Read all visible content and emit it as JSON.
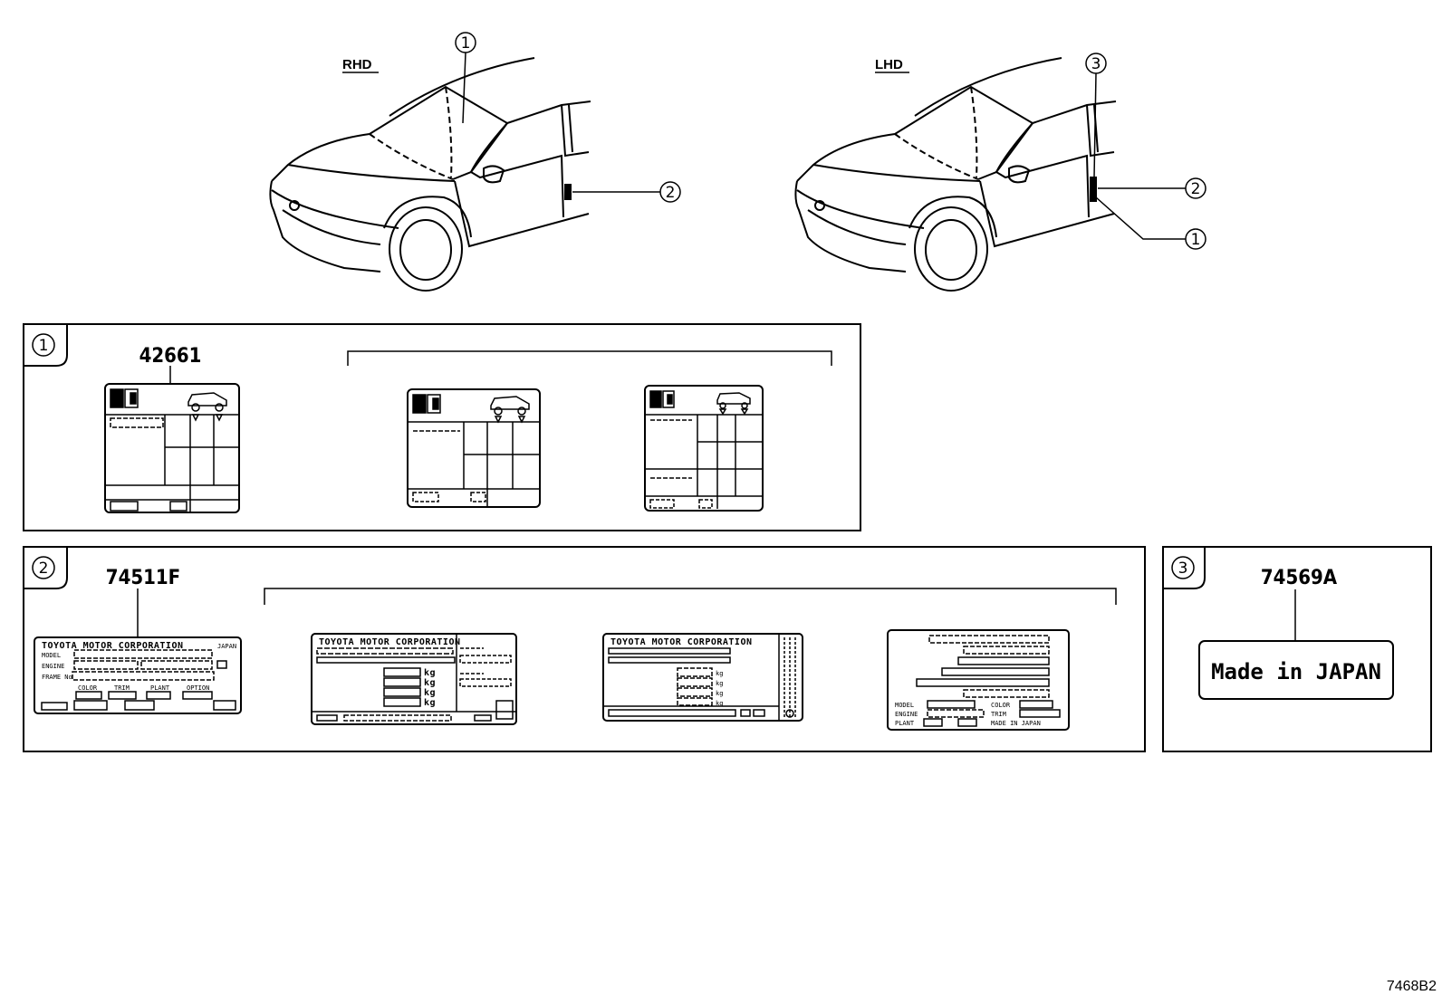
{
  "views": {
    "rhd_label": "RHD",
    "lhd_label": "LHD"
  },
  "callouts": {
    "c1": "1",
    "c2": "2",
    "c3": "3"
  },
  "panels": {
    "panel1": {
      "callout": "1",
      "part_number": "42661"
    },
    "panel2": {
      "callout": "2",
      "part_number": "74511F",
      "label_texts": {
        "corp": "TOYOTA MOTOR CORPORATION",
        "japan": "JAPAN",
        "model": "MODEL",
        "engine": "ENGINE",
        "frame": "FRAME No",
        "color": "COLOR",
        "trim": "TRIM",
        "plant": "PLANT",
        "option": "OPTION",
        "kg": "kg",
        "made_in_japan": "MADE IN JAPAN"
      }
    },
    "panel3": {
      "callout": "3",
      "part_number": "74569A",
      "label_text": "Made in JAPAN"
    }
  },
  "diagram_code": "7468B2"
}
